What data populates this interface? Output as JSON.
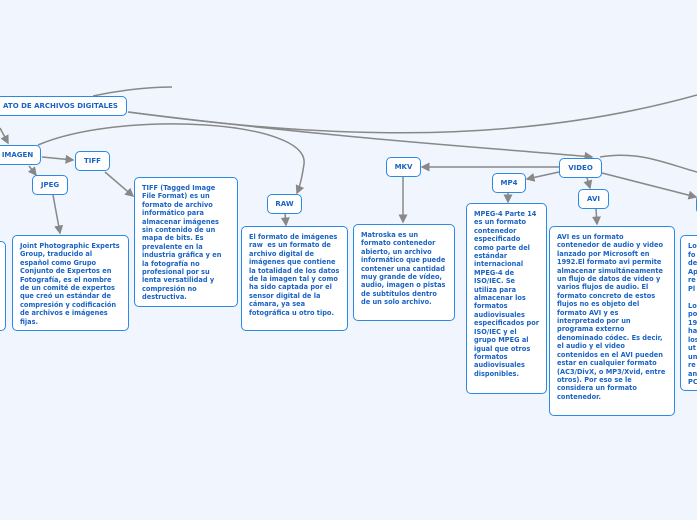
{
  "colors": {
    "background": "#f1f5fd",
    "border": "#2b8ae6",
    "text": "#1a63c4",
    "connector": "#888888"
  },
  "root": {
    "label": "ATO DE ARCHIVOS DIGITALES"
  },
  "imagen": {
    "label": "IMAGEN",
    "tiff": {
      "label": "TIFF",
      "desc": "TIFF (Tagged Image File Format) es un formato de archivo informático para almacenar imágenes sin contenido de un mapa de bits. Es prevalente en la industria gráfica y en la fotografía no profesional por su lenta versatilidad y compresión no destructiva."
    },
    "jpeg": {
      "label": "JPEG",
      "desc": "Joint Photographic Experts Group, traducido al español como Grupo Conjunto de Expertos en Fotografía, es el nombre de un comité de expertos que creó un estándar de compresión y codificación de archivos e imágenes fijas."
    },
    "raw": {
      "label": "RAW",
      "desc": "El formato de imágenes raw  es un formato de archivo digital de imágenes que contiene la totalidad de los datos de la imagen tal y como ha sido captada por el sensor digital de la cámara, ya sea fotográfica u otro tipo."
    }
  },
  "video": {
    "label": "VIDEO",
    "mkv": {
      "label": "MKV",
      "desc": "Matroska es un formato contenedor abierto, un archivo informático que puede contener una cantidad muy grande de vídeo, audio, imagen o pistas de subtítulos dentro de un solo archivo."
    },
    "mp4": {
      "label": "MP4",
      "desc": "MPEG-4 Parte 14 es un formato contenedor especificado como parte del estándar internacional MPEG-4 de ISO/IEC. Se utiliza para almacenar los formatos audiovisuales especificados por ISO/IEC y el grupo MPEG al igual que otros formatos audiovisuales disponibles."
    },
    "avi": {
      "label": "AVI",
      "desc": "AVI es un formato contenedor de audio y video lanzado por Microsoft en 1992.El formato avi permite almacenar simultáneamente un flujo de datos de video y varios flujos de audio. El formato concreto de estos flujos no es objeto del formato AVI y es interpretado por un programa externo denominado códec. Es decir, el audio y el video contenidos en el AVI pueden estar en cualquier formato (AC3/DivX, o MP3/Xvid, entre otros). Por eso se le considera un formato contenedor."
    },
    "partial_desc": "Lo\nfo\nde\nAp\nre\nPl\n\nLo\npo\n19\nha\nlos\nut\nun\nre\nan\nPC"
  }
}
